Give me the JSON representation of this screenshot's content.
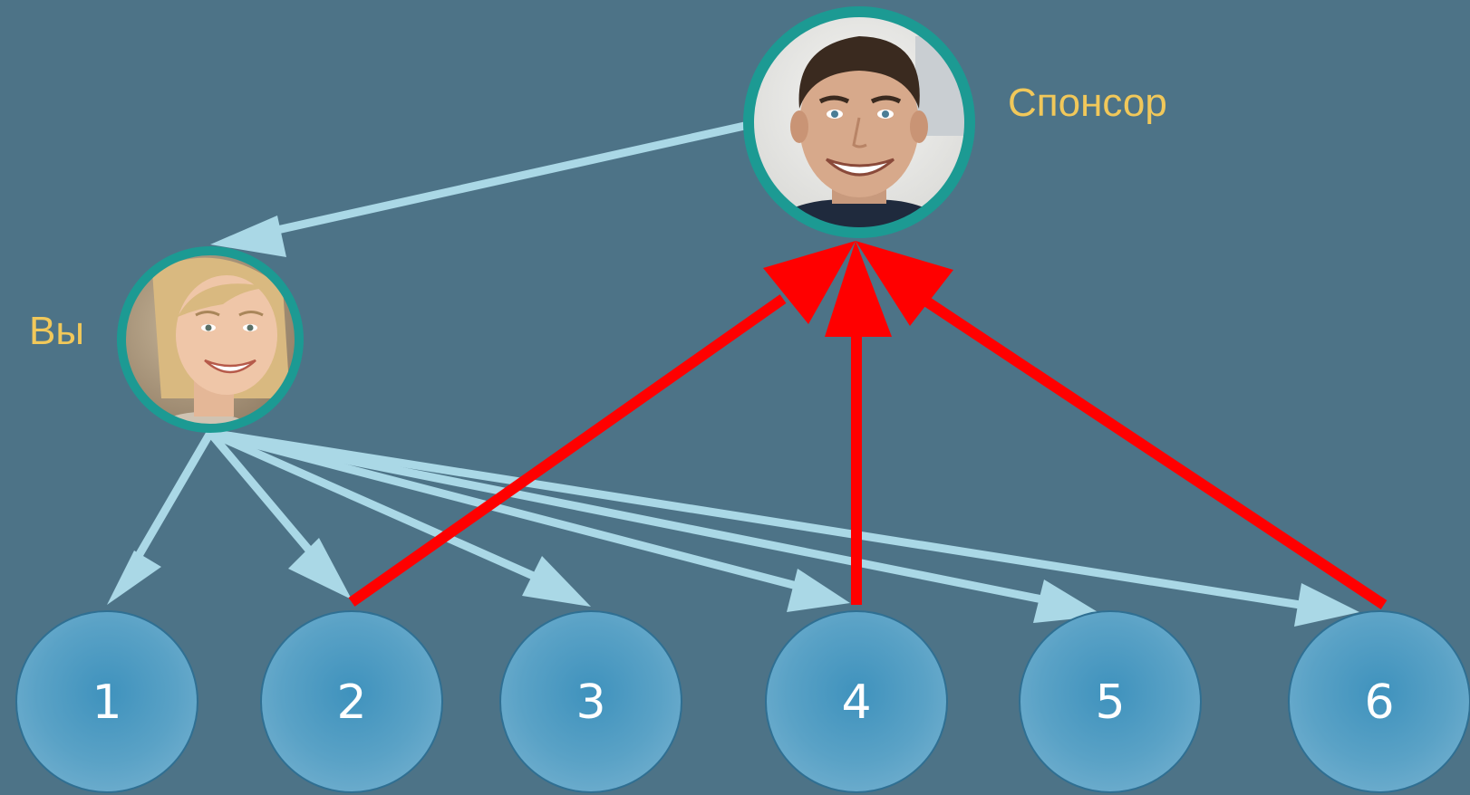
{
  "sponsor": {
    "label": "Спонсор",
    "avatar_icon": "smiling-man-photo"
  },
  "you": {
    "label": "Вы",
    "avatar_icon": "smiling-woman-photo"
  },
  "recruits": [
    "1",
    "2",
    "3",
    "4",
    "5",
    "6"
  ],
  "links": {
    "you_to_recruits": [
      "1",
      "2",
      "3",
      "4",
      "5",
      "6"
    ],
    "recruits_to_sponsor": [
      "2",
      "4",
      "6"
    ],
    "sponsor_to_you": true
  },
  "colors": {
    "background": "#4d7387",
    "light_arrow": "#aad8e6",
    "red_arrow": "#ff0000",
    "avatar_ring": "#1c9a93",
    "label_text": "#f1c85a",
    "node_fill": "#5a9fc3"
  }
}
